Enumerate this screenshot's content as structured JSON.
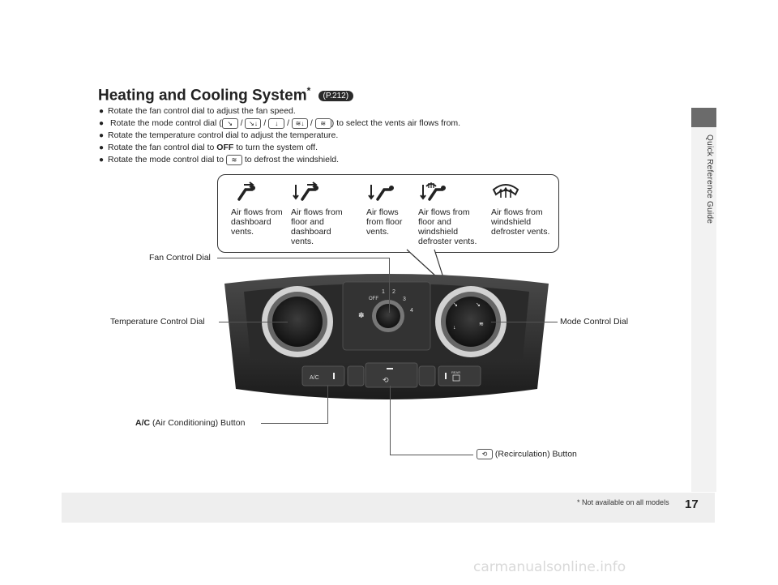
{
  "header": {
    "title": "Heating and Cooling System",
    "title_star": "*",
    "page_ref": "P.212"
  },
  "bullets": {
    "b1": "Rotate the fan control dial to adjust the fan speed.",
    "b2_start": "Rotate the mode control dial (",
    "b2_end": ") to select the vents air flows from.",
    "b3": "Rotate the temperature control dial to adjust the temperature.",
    "b4_start": "Rotate the fan control dial to ",
    "b4_bold": "OFF",
    "b4_end": " to turn the system off.",
    "b5_start": "Rotate the mode control dial to ",
    "b5_end": " to defrost the windshield."
  },
  "modes": [
    {
      "label": "Air flows from dashboard vents.",
      "icon": "dashboard-vent-icon"
    },
    {
      "label": "Air flows from floor and dashboard vents.",
      "icon": "floor-dashboard-vent-icon"
    },
    {
      "label": "Air flows from floor vents.",
      "icon": "floor-vent-icon"
    },
    {
      "label": "Air flows from floor and windshield defroster vents.",
      "icon": "floor-defrost-vent-icon"
    },
    {
      "label": "Air flows from windshield defroster vents.",
      "icon": "defrost-vent-icon"
    }
  ],
  "callouts": {
    "fan": "Fan Control Dial",
    "temperature": "Temperature Control Dial",
    "mode": "Mode Control Dial",
    "ac_bold": "A/C",
    "ac_rest": " (Air Conditioning) Button",
    "recirc": " (Recirculation) Button"
  },
  "panel": {
    "fan_off": "OFF",
    "fan_1": "1",
    "fan_2": "2",
    "fan_3": "3",
    "fan_4": "4",
    "ac_button": "A/C",
    "rear_def": "REAR"
  },
  "side_tab": "Quick Reference Guide",
  "page_number": "17",
  "footnote": "* Not available on all models",
  "watermark": "carmanualsonline.info",
  "colors": {
    "panel_dark": "#2e2e2e",
    "ring": "#c8c8c8",
    "tab": "#6b6b6b"
  }
}
